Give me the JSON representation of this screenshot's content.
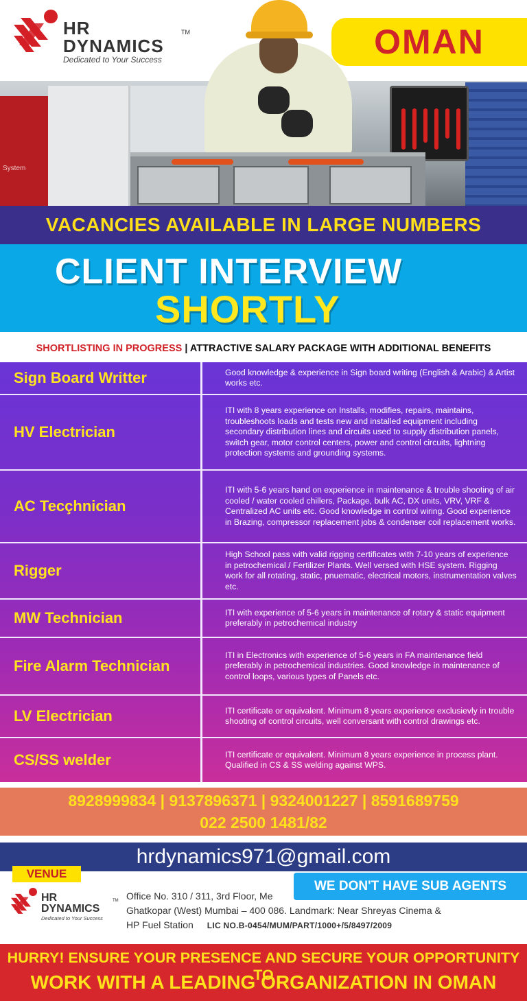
{
  "brand": {
    "name_line1": "HR",
    "name_line2": "DYNAMICS",
    "tm": "TM",
    "tagline": "Dedicated to Your Success"
  },
  "country": "OMAN",
  "banners": {
    "vacancies": "VACANCIES AVAILABLE IN LARGE NUMBERS",
    "interview_line1": "CLIENT INTERVIEW",
    "interview_line2": "SHORTLY",
    "shortlisting": "SHORTLISTING IN PROGRESS",
    "separator": "|",
    "salary": "ATTRACTIVE SALARY PACKAGE WITH ADDITIONAL BENEFITS"
  },
  "jobs": [
    {
      "title": "Sign Board Writter",
      "desc": "Good knowledge & experience in Sign board writing (English & Arabic) & Artist works etc."
    },
    {
      "title": "HV Electrician",
      "desc": " ITI with 8 years experience on Installs, modifies, repairs, maintains, troubleshoots loads and tests new and installed equipment including secondary distribution lines and circuits used to supply distribution panels, switch gear, motor control centers, power and control circuits, lightning protection systems and grounding systems."
    },
    {
      "title": "AC Tecçhnician",
      "desc": "ITI with 5-6 years hand on experience in maintenance & trouble shooting of air cooled / water cooled chillers, Package, bulk AC, DX units, VRV, VRF & Centralized AC units etc. Good knowledge in control wiring.    Good experience in Brazing, compressor replacement jobs & condenser coil replacement works."
    },
    {
      "title": "Rigger",
      "desc": "High School pass with valid rigging certificates with 7-10 years of experience in petrochemical / Fertilizer Plants. Well versed with HSE system. Rigging work for all rotating, static, pnuematic, electrical motors, instrumentation valves etc."
    },
    {
      "title": "MW Technician",
      "desc": "ITI with experience of 5-6 years in maintenance of rotary & static equipment preferably in petrochemical industry"
    },
    {
      "title": "Fire Alarm Technician",
      "desc": "ITI  in Electronics  with experience of 5-6 years in FA  maintenance field preferably in petrochemical industries. Good knowledge in maintenance of control loops, various types of Panels etc."
    },
    {
      "title": "LV Electrician",
      "desc": "ITI certificate or equivalent. Minimum 8 years experience exclusievly in trouble shooting of control circuits, well conversant with control drawings etc."
    },
    {
      "title": "CS/SS welder",
      "desc": "ITI certificate or equivalent. Minimum 8 years experience in process plant. Qualified in CS & SS welding against WPS."
    }
  ],
  "contact": {
    "phones": "8928999834 | 9137896371 | 9324001227 | 8591689759",
    "landline": "022 2500 1481/82",
    "email": "hrdynamics971@gmail.com"
  },
  "venue": {
    "label": "VENUE",
    "sub_agents": "WE DON'T HAVE SUB AGENTS",
    "address_line1": "Office No. 310 / 311, 3rd Floor, Me",
    "address_line2": "Ghatkopar (West) Mumbai – 400 086. Landmark: Near Shreyas Cinema &",
    "address_line3": "HP Fuel Station",
    "license": "LIC NO.B-0454/MUM/PART/1000+/5/8497/2009"
  },
  "footer": {
    "line1": "HURRY! ENSURE YOUR PRESENCE AND SECURE YOUR OPPORTUNITY TO",
    "line2": "WORK WITH A LEADING ORGANIZATION IN OMAN"
  },
  "colors": {
    "brand_red": "#d41f26",
    "accent_yellow": "#ffe100",
    "banner_navy": "#3a2f8a",
    "banner_cyan": "#0aa8e6",
    "table_purple": "#6a34d6",
    "table_magenta": "#c92e9b"
  },
  "icons": [
    "hr-dynamics-logo-icon"
  ]
}
